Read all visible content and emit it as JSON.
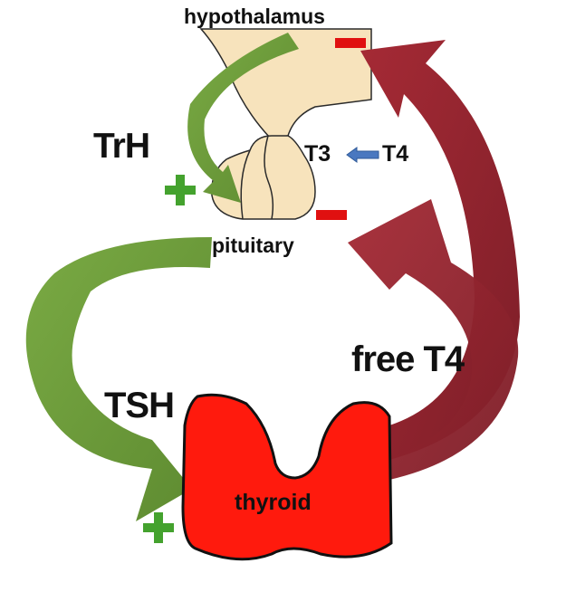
{
  "labels": {
    "hypothalamus": "hypothalamus",
    "pituitary": "pituitary",
    "trh": "TrH",
    "tsh": "TSH",
    "t3": "T3",
    "t4": "T4",
    "free_t4": "free T4",
    "thyroid": "thyroid"
  },
  "signs": {
    "trh_effect": "+",
    "tsh_effect": "+",
    "hypothalamus_feedback": "−",
    "pituitary_feedback": "−"
  },
  "colors": {
    "stimulation_arrow": "#6b9a3a",
    "feedback_arrow": "#8e2330",
    "conversion_arrow": "#4a78c0",
    "thyroid_gland": "#ff1a0d",
    "brain_tissue": "#f7e3bc",
    "plus_sign": "#44a22e",
    "minus_sign": "#e01010"
  },
  "icons": {
    "thyroid": "thyroid-gland-icon",
    "pituitary": "pituitary-gland-icon",
    "conversion": "left-arrow-icon"
  }
}
